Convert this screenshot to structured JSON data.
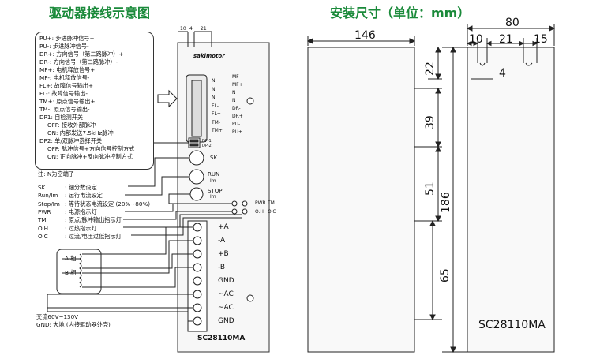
{
  "titles": {
    "left": "驱动器接线示意图",
    "right": "安装尺寸（单位：mm）"
  },
  "note_lines": [
    "PU+: 步进脉冲信号+",
    "PU-: 步进脉冲信号-",
    "DR+: 方向信号（第二路脉冲）+",
    "DR-: 方向信号（第二路脉冲）-",
    "MF+: 电机释放信号+",
    "MF-: 电机释放信号-",
    "FL+: 故障信号输出+",
    "FL-: 故障信号输出-",
    "TM+: 原点信号输出+",
    "TM-: 原点信号输出-",
    "DP1: 自检测开关",
    "OFF: 接收外部脉冲",
    "ON: 内部发送7.5kHz脉冲",
    "DP2: 单/双脉冲选择开关",
    "OFF: 脉冲信号+方向信号控制方式",
    "ON: 正向脉冲+反向脉冲控制方式"
  ],
  "legend": {
    "note": "注:     N为空端子",
    "items": [
      {
        "key": "SK",
        "text": ": 细分数设定"
      },
      {
        "key": "Run/Im",
        "text": ": 运行电流设定"
      },
      {
        "key": "Stop/Im",
        "text": ": 等待状态电流设定 (20%~80%)"
      },
      {
        "key": "PWR",
        "text": ": 电源指示灯"
      },
      {
        "key": "TM",
        "text": ": 原点/脉冲输出指示灯"
      },
      {
        "key": "O.H",
        "text": ": 过热指示灯"
      },
      {
        "key": "O.C",
        "text": ": 过流/电压过低指示灯"
      }
    ],
    "phase_a": "A 相",
    "phase_b": "B 相",
    "power_line1": "交流60V~130V",
    "power_line2": "GND: 大地 (内接驱动器外壳)"
  },
  "front_panel": {
    "logo": "sakimotor",
    "top_dims": [
      "10",
      "4",
      "21"
    ],
    "db_left_pins": [
      "N",
      "N",
      "N",
      "FL-",
      "FL+",
      "TM-",
      "TM+"
    ],
    "db_right_pins": [
      "MF-",
      "MF+",
      "N",
      "N",
      "DR-",
      "DR+",
      "PU-",
      "PU+"
    ],
    "dip_labels": [
      "DP-1",
      "DP-2"
    ],
    "sk": "SK",
    "run": "RUN",
    "run_sub": "Im",
    "stop": "STOP",
    "stop_sub": "Im",
    "led_labels": [
      "PWR",
      "TM",
      "O.H",
      "O.C"
    ],
    "terminals": [
      "+A",
      "-A",
      "+B",
      "-B",
      "GND",
      "~AC",
      "~AC",
      "GND"
    ],
    "model": "SC28110MA"
  },
  "side_view": {
    "model": "SC28110MA",
    "dims": {
      "width": "146",
      "overall_width": "80",
      "top_10": "10",
      "top_21": "21",
      "top_15": "15",
      "gap_4": "4",
      "h_22": "22",
      "h_39": "39",
      "h_51": "51",
      "h_186": "186",
      "h_65": "65"
    }
  }
}
